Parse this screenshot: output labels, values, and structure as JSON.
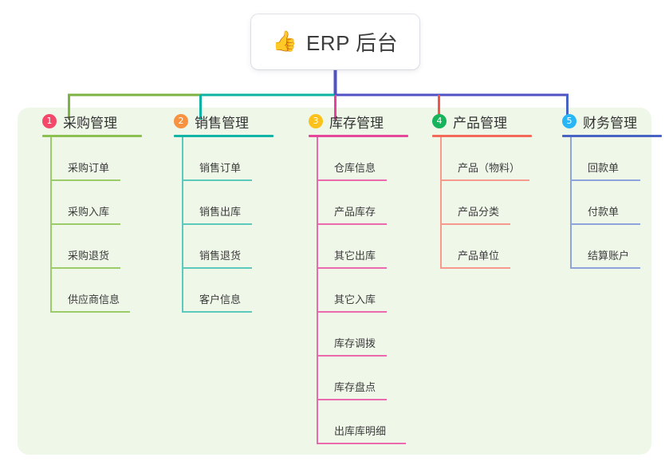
{
  "root": {
    "icon": "thumbs-up-icon",
    "icon_glyph": "👍",
    "title": "ERP 后台"
  },
  "theme": {
    "panel_bg": "#eff7e9",
    "page_bg": "#ffffff",
    "trunk_color": "#4f51c4",
    "text_color": "#3c3c3c"
  },
  "columns": [
    {
      "index": "1",
      "title": "采购管理",
      "badge_color": "#f4486a",
      "rule_color": "#8cc152",
      "line_color": "#9ccc6a",
      "connector_color": "#7cb342",
      "items": [
        {
          "label": "采购订单"
        },
        {
          "label": "采购入库"
        },
        {
          "label": "采购退货"
        },
        {
          "label": "供应商信息"
        }
      ]
    },
    {
      "index": "2",
      "title": "销售管理",
      "badge_color": "#f69240",
      "rule_color": "#12b5a5",
      "line_color": "#5cc9bd",
      "connector_color": "#0cb2a2",
      "items": [
        {
          "label": "销售订单"
        },
        {
          "label": "销售出库"
        },
        {
          "label": "销售退货"
        },
        {
          "label": "客户信息"
        }
      ]
    },
    {
      "index": "3",
      "title": "库存管理",
      "badge_color": "#fcc21b",
      "rule_color": "#e5479b",
      "line_color": "#ea6aad",
      "connector_color": "#e8429a",
      "items": [
        {
          "label": "仓库信息"
        },
        {
          "label": "产品库存"
        },
        {
          "label": "其它出库"
        },
        {
          "label": "其它入库"
        },
        {
          "label": "库存调拨"
        },
        {
          "label": "库存盘点"
        },
        {
          "label": "出库库明细"
        }
      ]
    },
    {
      "index": "4",
      "title": "产品管理",
      "badge_color": "#17b45c",
      "rule_color": "#f36a5a",
      "line_color": "#f69a8d",
      "connector_color": "#f2554a",
      "items": [
        {
          "label": "产品（物料）"
        },
        {
          "label": "产品分类"
        },
        {
          "label": "产品单位"
        }
      ]
    },
    {
      "index": "5",
      "title": "财务管理",
      "badge_color": "#29b6f6",
      "rule_color": "#4763c4",
      "line_color": "#8fa4dd",
      "connector_color": "#4763c4",
      "items": [
        {
          "label": "回款单"
        },
        {
          "label": "付款单"
        },
        {
          "label": "结算账户"
        }
      ]
    }
  ]
}
